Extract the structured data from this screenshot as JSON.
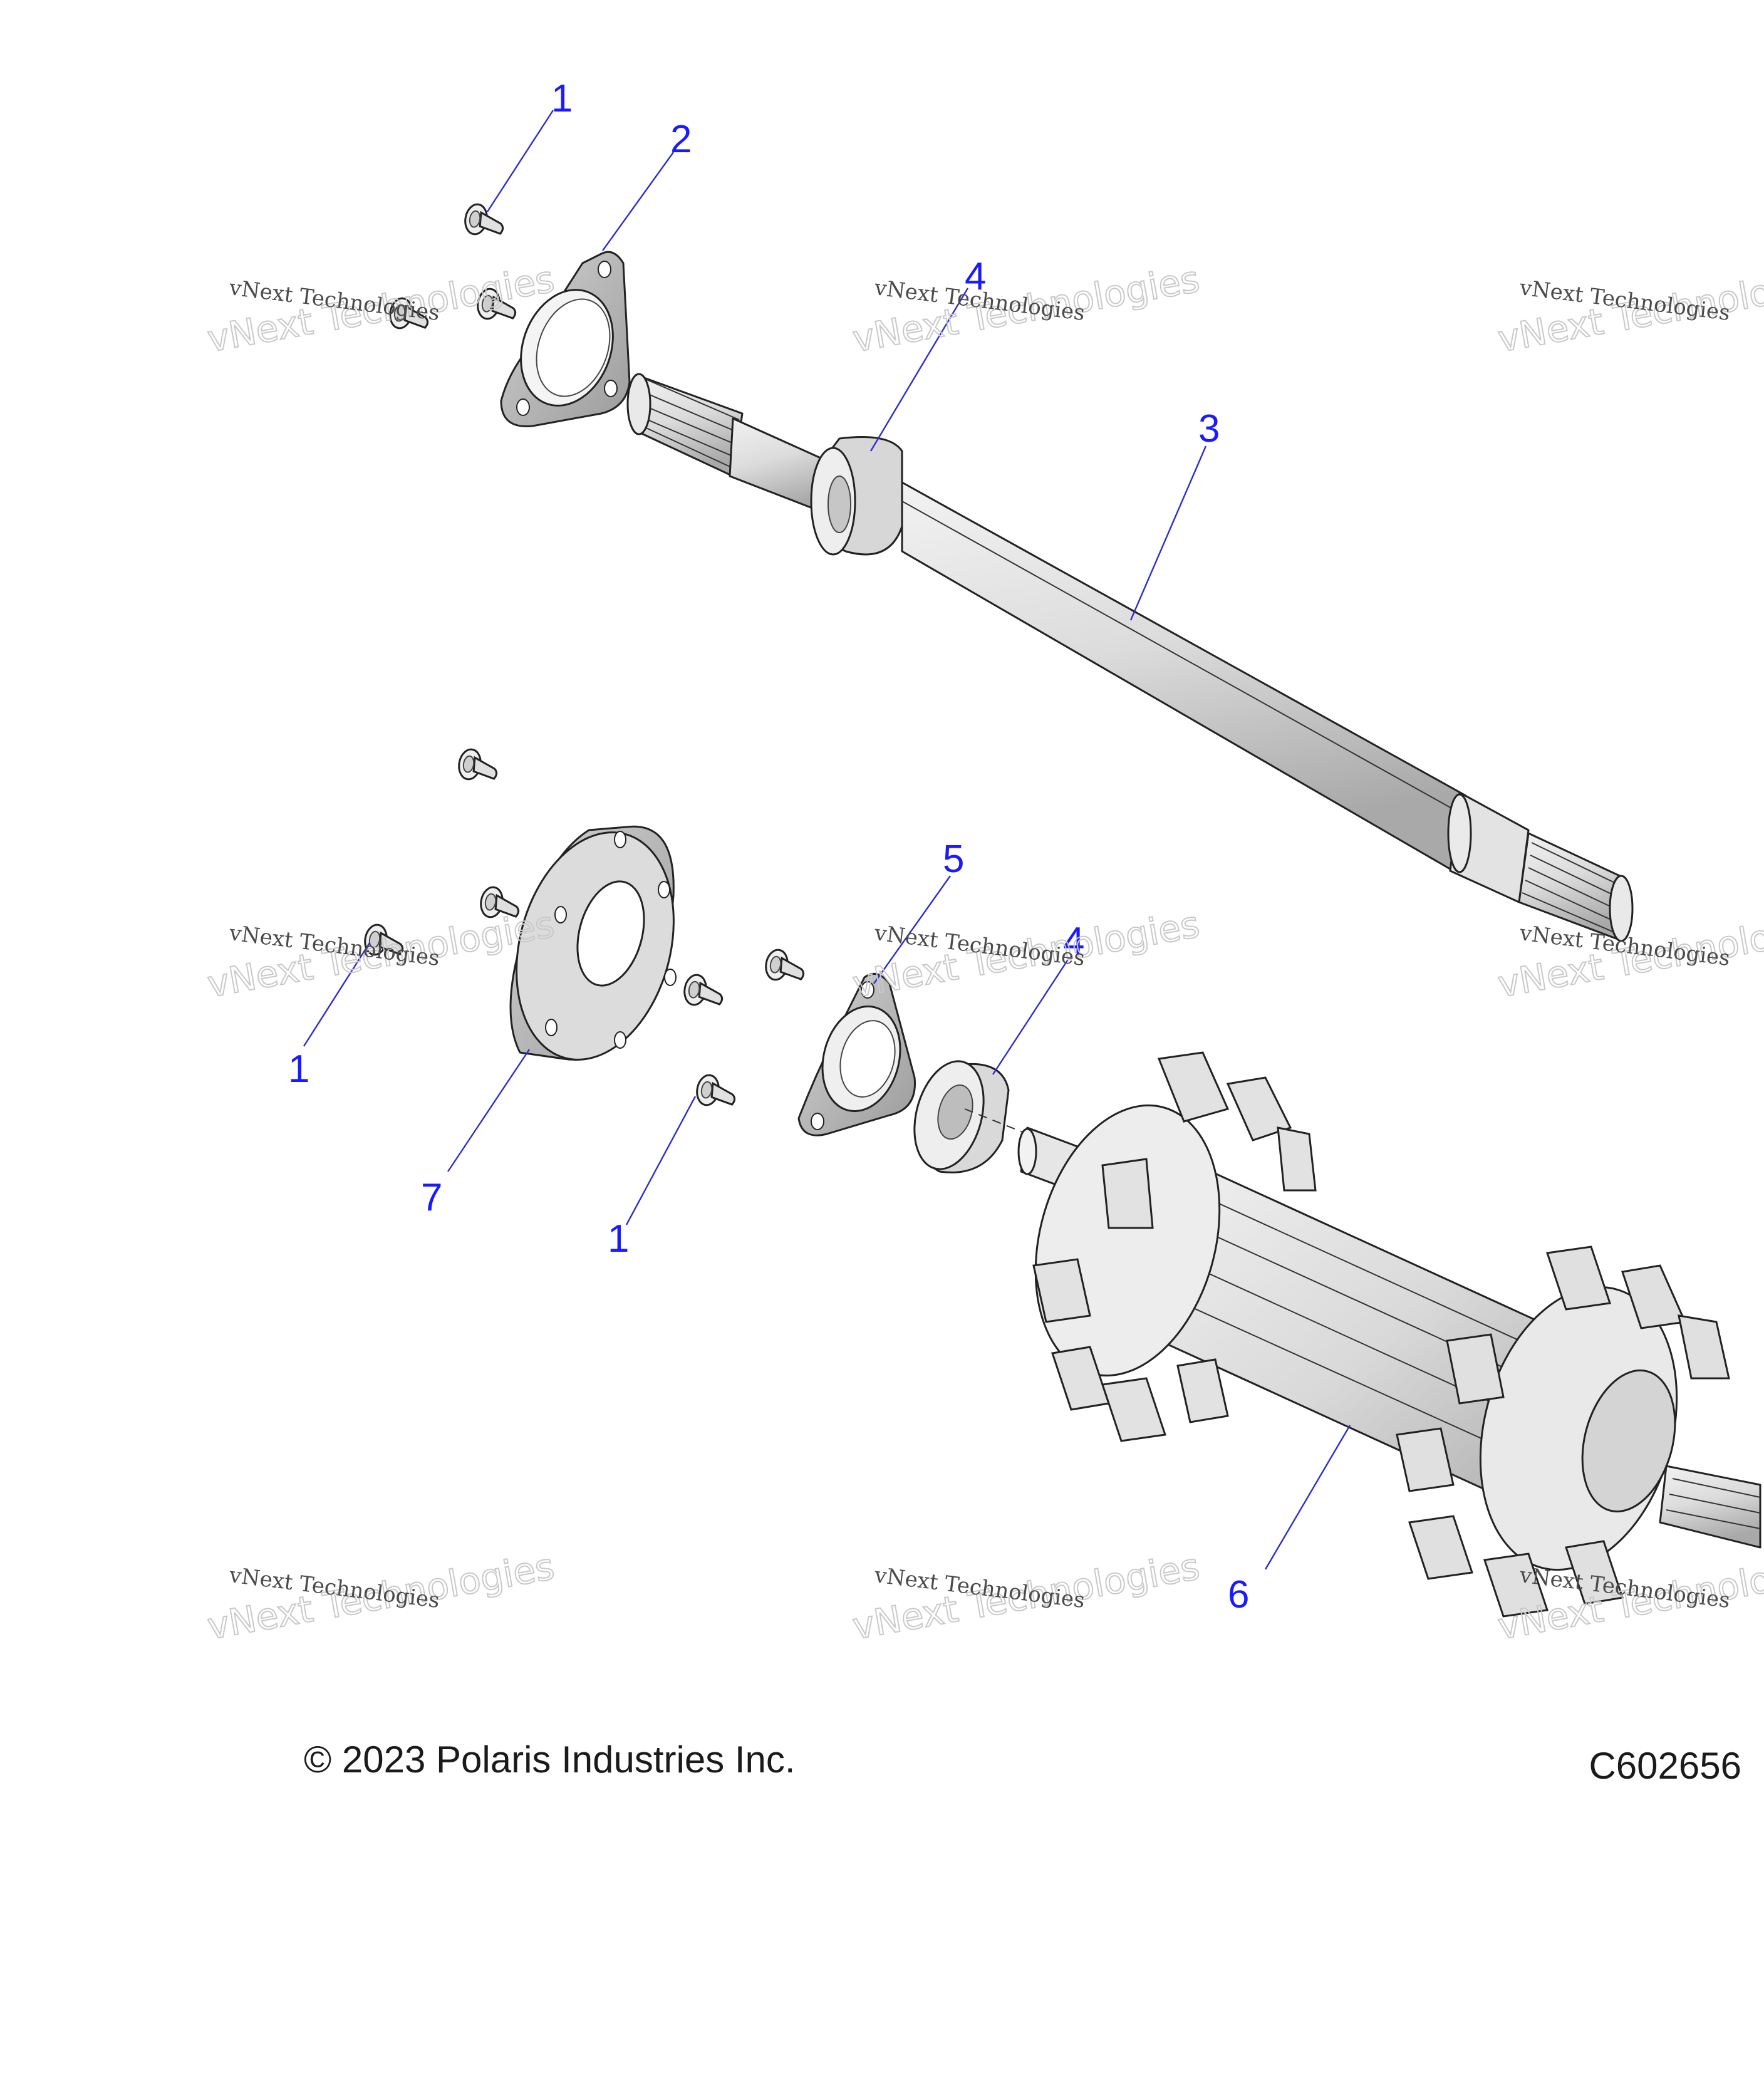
{
  "callouts": {
    "c1a": "1",
    "c2": "2",
    "c4a": "4",
    "c3": "3",
    "c5": "5",
    "c4b": "4",
    "c1b": "1",
    "c7": "7",
    "c1c": "1",
    "c6": "6"
  },
  "watermark": {
    "line1": "vNext Technologies",
    "line2": "vNext Technologies"
  },
  "footer": {
    "copyright": "© 2023 Polaris Industries Inc.",
    "figure_code": "C602656"
  }
}
